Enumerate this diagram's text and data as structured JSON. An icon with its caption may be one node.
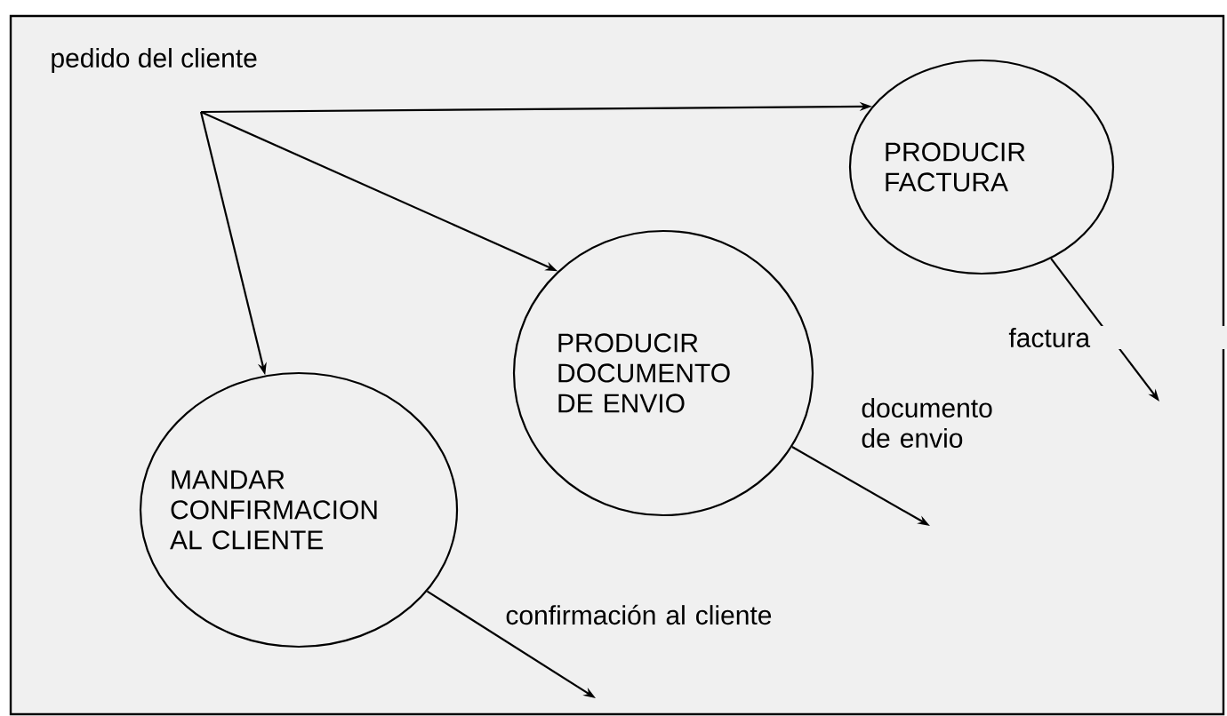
{
  "diagram": {
    "nodes": [
      {
        "text": [
          "pedido del cliente"
        ]
      },
      {
        "text": [
          "PRODUCIR FACTURA"
        ]
      },
      {
        "text": [
          "PRODUCIR DOCUMENTO DE ENVIO"
        ]
      },
      {
        "text": [
          "MANDAR CONFIRMACION AL CLIENTE"
        ]
      }
    ],
    "edges": [
      {
        "from": 0,
        "to": 1,
        "arrow": "to"
      },
      {
        "from": 0,
        "to": 2,
        "arrow": "to"
      },
      {
        "from": 0,
        "to": 3,
        "arrow": "to"
      },
      {
        "from": 1,
        "to": null,
        "arrow": "to",
        "label": "factura"
      },
      {
        "from": 2,
        "to": null,
        "arrow": "to",
        "label": "documento de envio"
      },
      {
        "from": 3,
        "to": null,
        "arrow": "to",
        "label": "confirmación al cliente"
      }
    ]
  }
}
